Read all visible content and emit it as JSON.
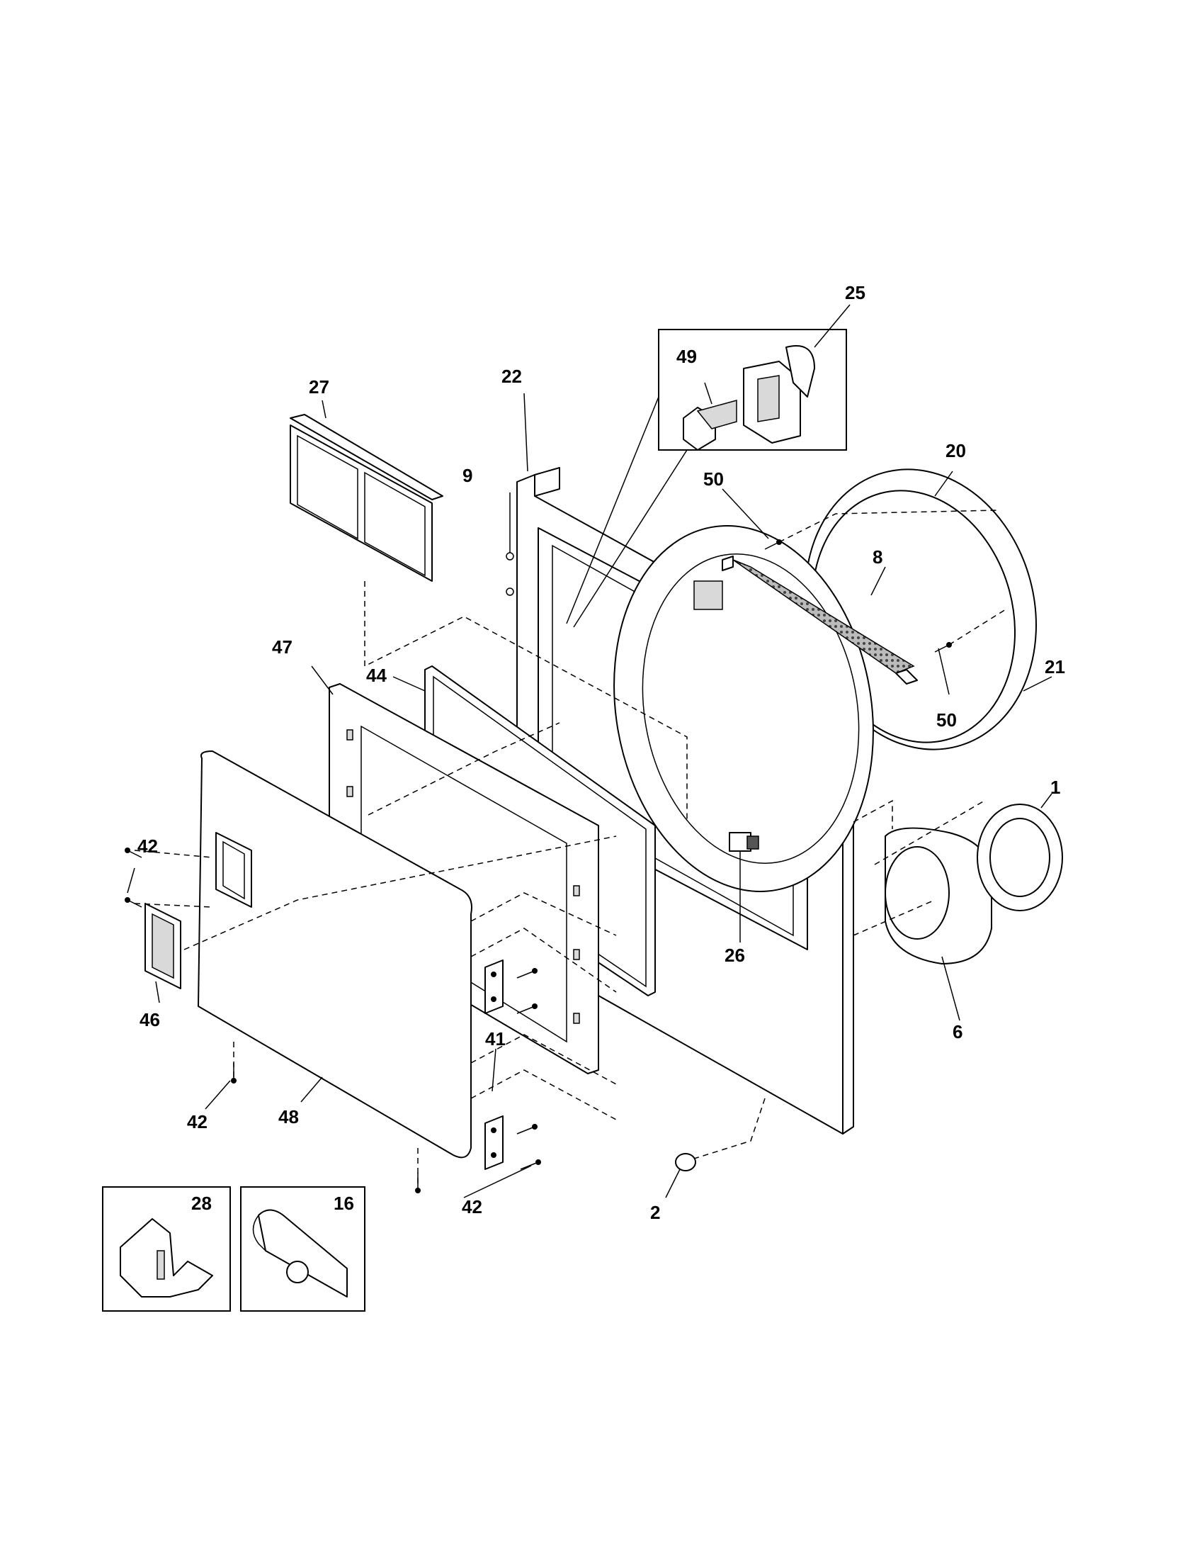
{
  "callouts": {
    "c1": "1",
    "c2": "2",
    "c6": "6",
    "c8": "8",
    "c9": "9",
    "c16": "16",
    "c20": "20",
    "c21": "21",
    "c22": "22",
    "c25": "25",
    "c26": "26",
    "c27": "27",
    "c28": "28",
    "c41": "41",
    "c42a": "42",
    "c42b": "42",
    "c42c": "42",
    "c44": "44",
    "c46": "46",
    "c47": "47",
    "c48": "48",
    "c49": "49",
    "c50a": "50",
    "c50b": "50"
  }
}
